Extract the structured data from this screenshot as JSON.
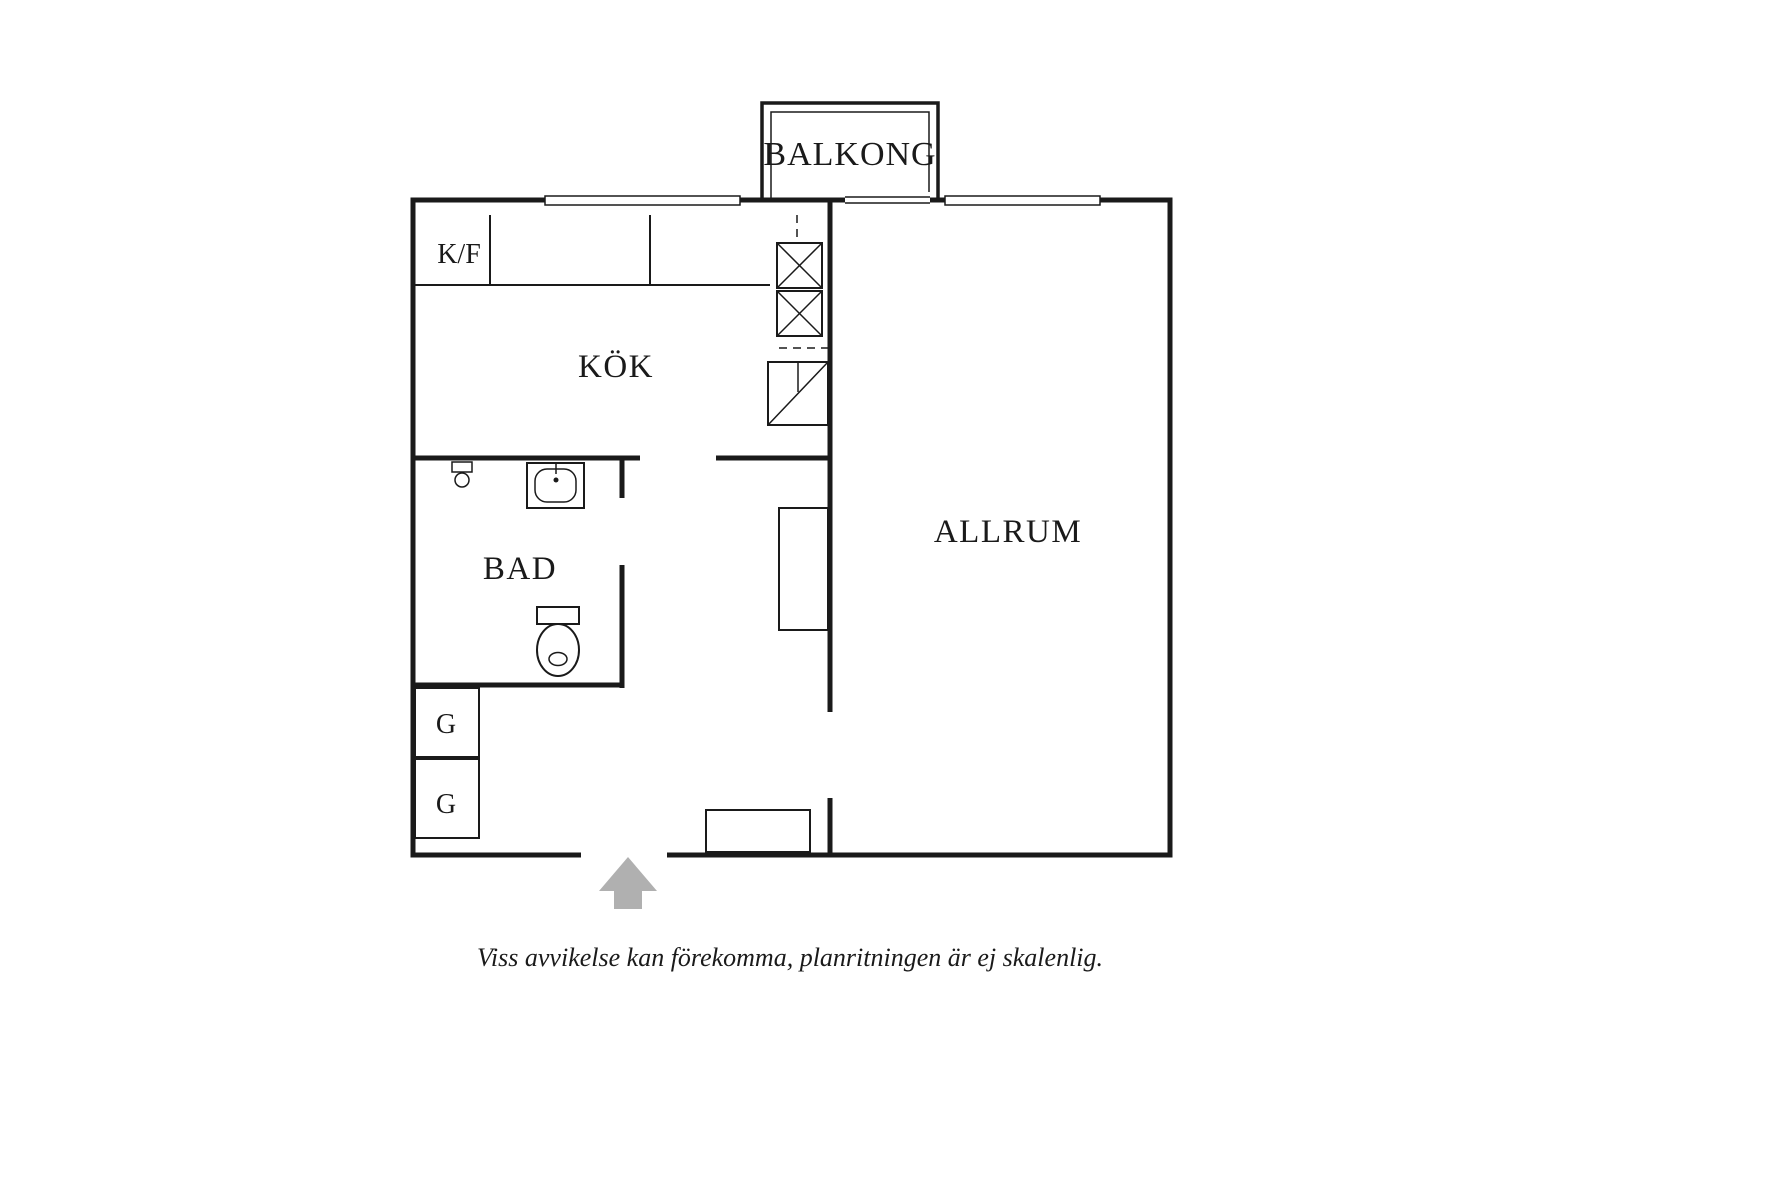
{
  "plan": {
    "balcony_label": "BALKONG",
    "kf_label": "K/F",
    "kitchen_label": "KÖK",
    "living_label": "ALLRUM",
    "bath_label": "BAD",
    "wardrobe_labels": [
      "G",
      "G"
    ]
  },
  "caption": "Viss avvikelse kan förekomma, planritningen är ej skalenlig.",
  "colors": {
    "line": "#1a1a1a",
    "arrow": "#b0b0b0",
    "background": "#ffffff"
  }
}
